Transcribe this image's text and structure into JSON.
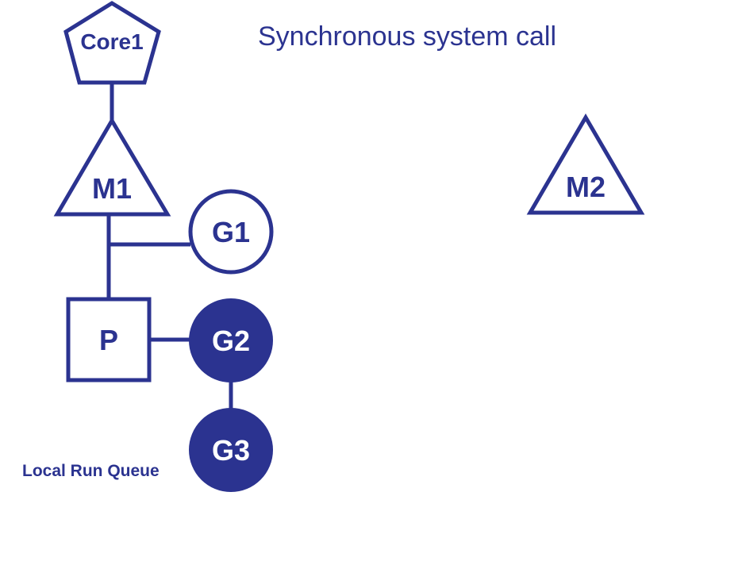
{
  "title": "Synchronous system call",
  "colors": {
    "primary": "#2b3390",
    "background": "#ffffff",
    "filled_text": "#ffffff"
  },
  "nodes": {
    "core": {
      "label": "Core1",
      "shape": "pentagon"
    },
    "m1": {
      "label": "M1",
      "shape": "triangle"
    },
    "m2": {
      "label": "M2",
      "shape": "triangle"
    },
    "g1": {
      "label": "G1",
      "shape": "circle",
      "filled": false
    },
    "p": {
      "label": "P",
      "shape": "square"
    },
    "g2": {
      "label": "G2",
      "shape": "circle",
      "filled": true
    },
    "g3": {
      "label": "G3",
      "shape": "circle",
      "filled": true
    }
  },
  "queue_label": "Local Run Queue"
}
